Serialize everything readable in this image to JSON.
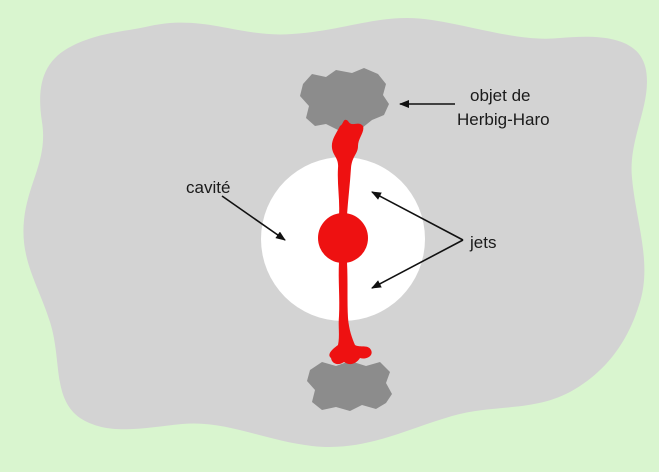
{
  "labels": {
    "herbig_haro_line1": "objet de",
    "herbig_haro_line2": "Herbig-Haro",
    "cavity": "cavité",
    "jets": "jets"
  },
  "colors": {
    "background": "#d9f5cf",
    "cloud": "#d3d3d3",
    "cavity": "#ffffff",
    "star": "#ee1111",
    "jet": "#ee1111",
    "herbig_haro_object": "#8c8c8c",
    "arrow": "#111111"
  }
}
